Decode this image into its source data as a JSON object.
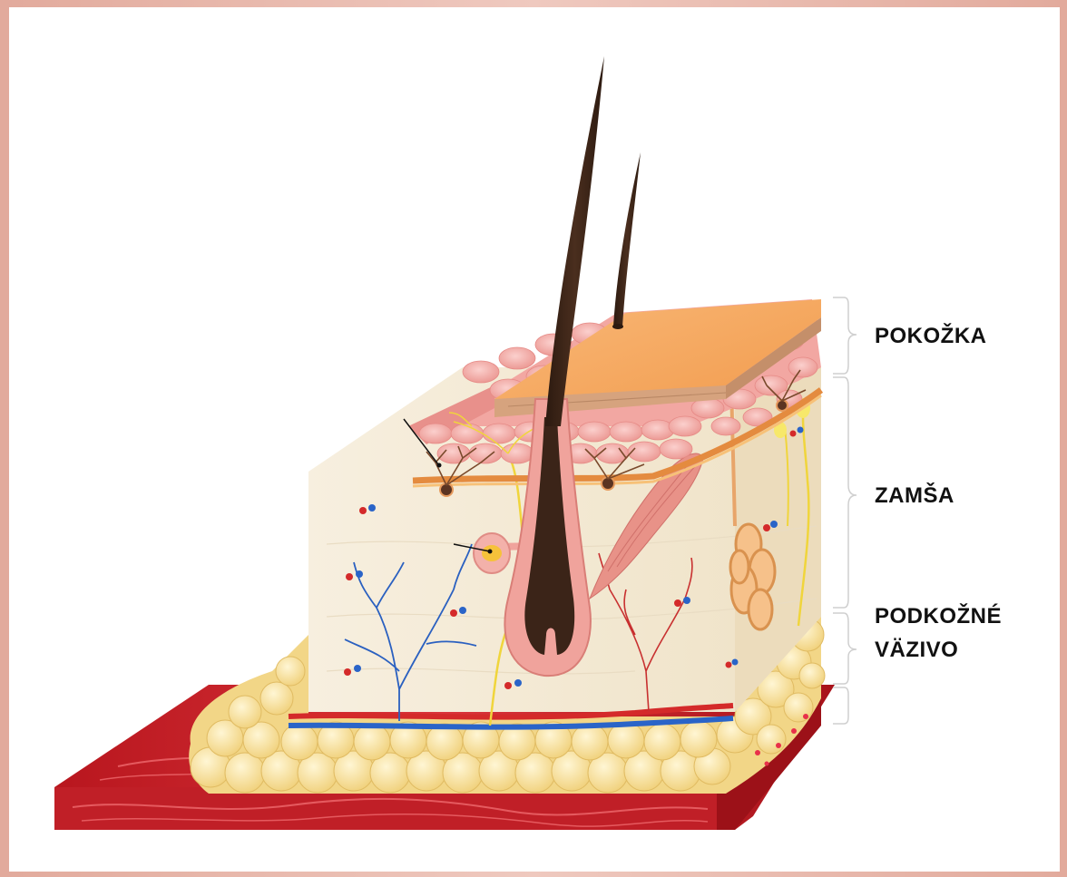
{
  "labels": {
    "epidermis": "POKOŽKA",
    "dermis": "ZAMŠA",
    "hypodermis_line1": "PODKOŽNÉ",
    "hypodermis_line2": "VÄZIVO"
  },
  "colors": {
    "frame": "#e8b9ad",
    "epidermis_top": "#f6a35c",
    "epidermis_cells": "#f2a7a2",
    "dermis": "#f4ead6",
    "hair": "#3b2418",
    "follicle": "#f0a39c",
    "fat": "#f3dc8f",
    "muscle": "#c8232c",
    "artery": "#d42a2a",
    "vein": "#2a64c8",
    "nerve": "#f0d53c"
  }
}
